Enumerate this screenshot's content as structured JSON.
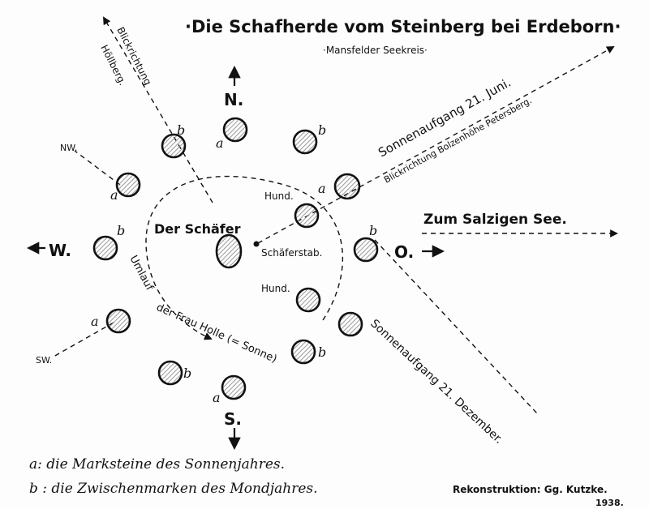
{
  "title": "·Die Schafherde vom Steinberg bei Erdeborn·",
  "subtitle": "·Mansfelder Seekreis·",
  "directions": {
    "north": "N.",
    "south": "S.",
    "west": "W.",
    "east": "O.",
    "northwest": "NW.",
    "southwest": "SW."
  },
  "labels": {
    "shepherd": "Der Schäfer",
    "staff": "Schäferstab.",
    "dog_top": "Hund.",
    "dog_bottom": "Hund.",
    "view_hoellberg_1": "Blickrichtung",
    "view_hoellberg_2": "Höllberg.",
    "sunrise_june": "Sonnenaufgang 21. Juni.",
    "view_petersberg": "Blickrichtung Bolzenhöhe Petersberg.",
    "sunrise_december": "Sonnenaufgang 21. Dezember.",
    "lake": "Zum Salzigen See.",
    "orbit_1": "Umlauf",
    "orbit_2": "der Frau Holle (= Sonne)"
  },
  "stone_marks": {
    "a": "a",
    "b": "b"
  },
  "legend": {
    "a_line": "a: die Marksteine des Sonnenjahres.",
    "b_line": "b : die Zwischenmarken des Mondjahres."
  },
  "credit": {
    "line1": "Rekonstruktion: Gg. Kutzke.",
    "line2": "1938."
  },
  "colors": {
    "ink": "#111111",
    "paper": "#fdfdfd",
    "hatch": "#9a9a9a"
  }
}
